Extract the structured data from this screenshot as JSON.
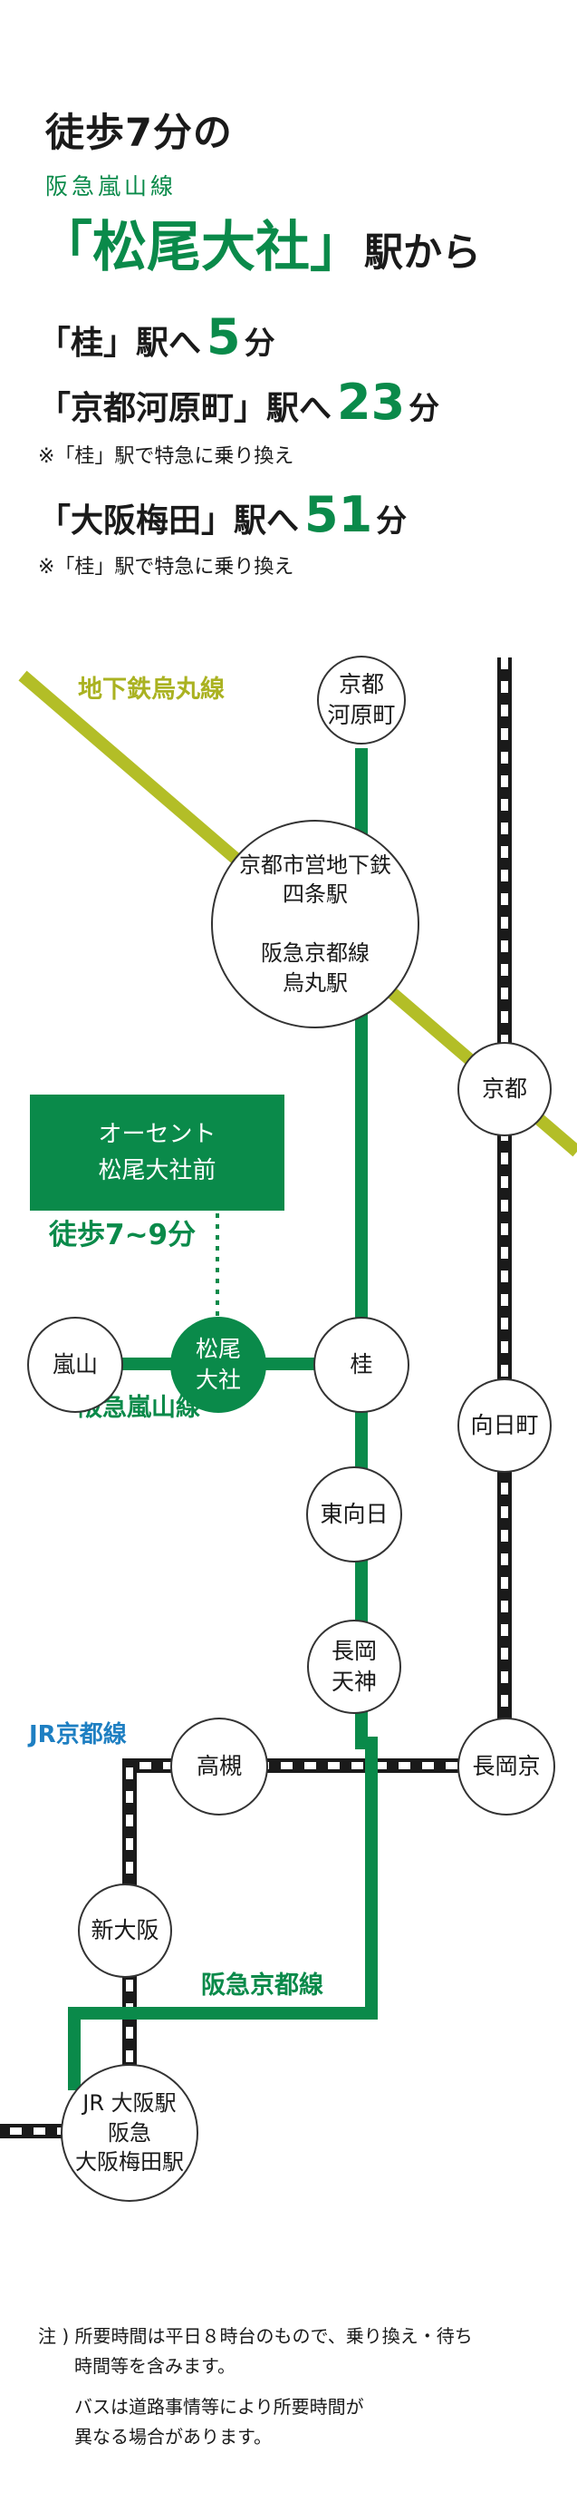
{
  "header": {
    "title": "徒歩7分の",
    "line_name": "阪急嵐山線",
    "station_quoted": "「松尾大社」",
    "station_suffix": "駅から"
  },
  "routes": [
    {
      "dest": "「桂」駅へ",
      "minutes": "5",
      "unit": "分",
      "note": ""
    },
    {
      "dest": "「京都河原町」駅へ",
      "minutes": "23",
      "unit": "分",
      "note": "※「桂」駅で特急に乗り換え"
    },
    {
      "dest": "「大阪梅田」駅へ",
      "minutes": "51",
      "unit": "分",
      "note": "※「桂」駅で特急に乗り換え"
    }
  ],
  "map": {
    "colors": {
      "hankyu": "#0a8a4a",
      "subway": "#b3be27",
      "jr": "#1a1a1a",
      "jr_label": "#1e7fc2"
    },
    "lines": {
      "subway": "地下鉄烏丸線",
      "arashiyama": "阪急嵐山線",
      "jr": "JR京都線",
      "kyoto": "阪急京都線"
    },
    "building": {
      "line1": "オーセント",
      "line2": "松尾大社前"
    },
    "walk": "徒歩7~9分",
    "stations": {
      "kawaramachi": "京都\n河原町",
      "shijo": "京都市営地下鉄\n四条駅\n\n阪急京都線\n烏丸駅",
      "kyoto": "京都",
      "arashiyama": "嵐山",
      "matsuo": "松尾\n大社",
      "katsura": "桂",
      "mukomachi": "向日町",
      "higashimuko": "東向日",
      "nagaoka_tenjin": "長岡\n天神",
      "takatsuki": "高槻",
      "nagaokakyo": "長岡京",
      "shin_osaka": "新大阪",
      "osaka": "JR 大阪駅\n阪急\n大阪梅田駅"
    }
  },
  "notes": {
    "line1": "注 ) 所要時間は平日８時台のもので、乗り換え・待ち",
    "line2": "　　時間等を含みます。",
    "line3": "　　バスは道路事情等により所要時間が",
    "line4": "　　異なる場合があります。"
  }
}
